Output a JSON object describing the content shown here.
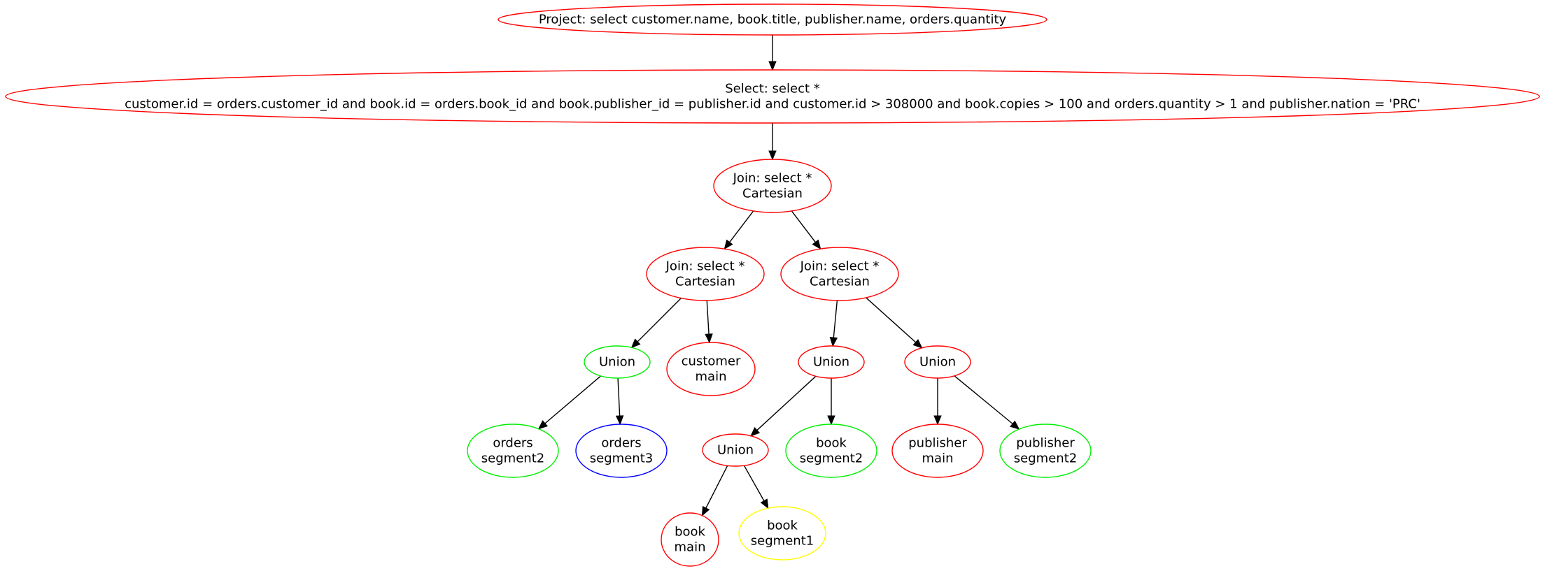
{
  "nodes": [
    {
      "id": "project",
      "shape": "ellipse",
      "color": "#ff0000",
      "lines": [
        "Project: select customer.name, book.title, publisher.name, orders.quantity"
      ]
    },
    {
      "id": "select",
      "shape": "ellipse",
      "color": "#ff0000",
      "lines": [
        "Select: select *",
        "customer.id = orders.customer_id and book.id = orders.book_id and book.publisher_id = publisher.id and customer.id > 308000 and book.copies > 100 and orders.quantity > 1 and publisher.nation = 'PRC'"
      ]
    },
    {
      "id": "join1",
      "shape": "ellipse",
      "color": "#ff0000",
      "lines": [
        "Join: select *",
        "Cartesian"
      ]
    },
    {
      "id": "join2",
      "shape": "ellipse",
      "color": "#ff0000",
      "lines": [
        "Join: select *",
        "Cartesian"
      ]
    },
    {
      "id": "join3",
      "shape": "ellipse",
      "color": "#ff0000",
      "lines": [
        "Join: select *",
        "Cartesian"
      ]
    },
    {
      "id": "union1",
      "shape": "ellipse",
      "color": "#00ee00",
      "lines": [
        "Union"
      ]
    },
    {
      "id": "customer_main",
      "shape": "ellipse",
      "color": "#ff0000",
      "lines": [
        "customer",
        "main"
      ]
    },
    {
      "id": "union2",
      "shape": "ellipse",
      "color": "#ff0000",
      "lines": [
        "Union"
      ]
    },
    {
      "id": "union3",
      "shape": "ellipse",
      "color": "#ff0000",
      "lines": [
        "Union"
      ]
    },
    {
      "id": "orders_seg2",
      "shape": "ellipse",
      "color": "#00ee00",
      "lines": [
        "orders",
        "segment2"
      ]
    },
    {
      "id": "orders_seg3",
      "shape": "ellipse",
      "color": "#0000ff",
      "lines": [
        "orders",
        "segment3"
      ]
    },
    {
      "id": "union4",
      "shape": "ellipse",
      "color": "#ff0000",
      "lines": [
        "Union"
      ]
    },
    {
      "id": "book_seg2",
      "shape": "ellipse",
      "color": "#00ee00",
      "lines": [
        "book",
        "segment2"
      ]
    },
    {
      "id": "publisher_main",
      "shape": "ellipse",
      "color": "#ff0000",
      "lines": [
        "publisher",
        "main"
      ]
    },
    {
      "id": "publisher_seg2",
      "shape": "ellipse",
      "color": "#00ee00",
      "lines": [
        "publisher",
        "segment2"
      ]
    },
    {
      "id": "book_main",
      "shape": "ellipse",
      "color": "#ff0000",
      "lines": [
        "book",
        "main"
      ]
    },
    {
      "id": "book_seg1",
      "shape": "ellipse",
      "color": "#ffff00",
      "lines": [
        "book",
        "segment1"
      ]
    }
  ],
  "edges": [
    {
      "from": "project",
      "to": "select"
    },
    {
      "from": "select",
      "to": "join1"
    },
    {
      "from": "join1",
      "to": "join2"
    },
    {
      "from": "join1",
      "to": "join3"
    },
    {
      "from": "join2",
      "to": "union1"
    },
    {
      "from": "join2",
      "to": "customer_main"
    },
    {
      "from": "join3",
      "to": "union2"
    },
    {
      "from": "join3",
      "to": "union3"
    },
    {
      "from": "union1",
      "to": "orders_seg2"
    },
    {
      "from": "union1",
      "to": "orders_seg3"
    },
    {
      "from": "union2",
      "to": "union4"
    },
    {
      "from": "union2",
      "to": "book_seg2"
    },
    {
      "from": "union3",
      "to": "publisher_main"
    },
    {
      "from": "union3",
      "to": "publisher_seg2"
    },
    {
      "from": "union4",
      "to": "book_main"
    },
    {
      "from": "union4",
      "to": "book_seg1"
    }
  ]
}
